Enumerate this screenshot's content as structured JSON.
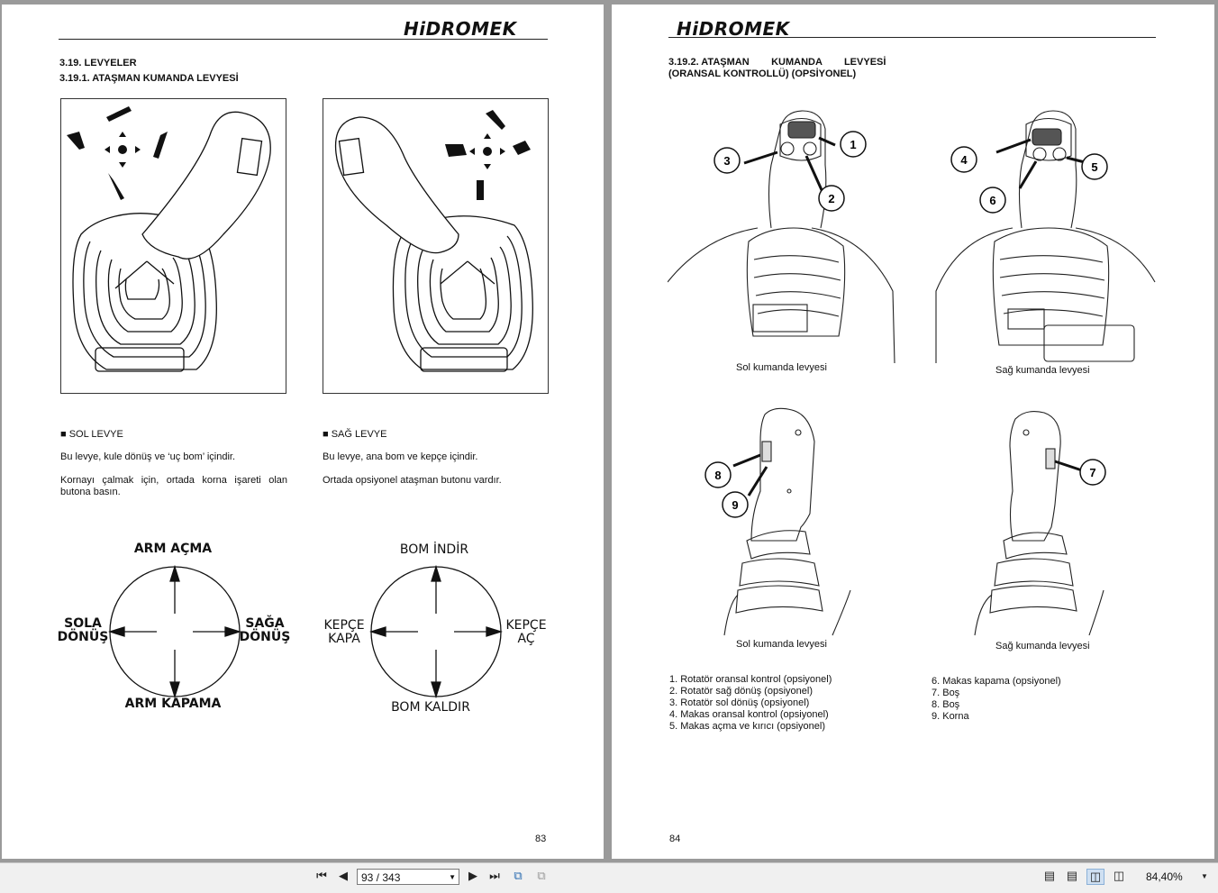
{
  "left_page": {
    "logo": "HiDROMEK",
    "section_title": "3.19. LEVYELER",
    "subsection_title": "3.19.1. ATAŞMAN KUMANDA LEVYESİ",
    "left_lever": {
      "heading": "SOL LEVYE",
      "text1": "Bu levye, kule dönüş ve ‘uç bom’ içindir.",
      "text2": "Kornayı çalmak için, ortada korna işareti olan butona basın."
    },
    "right_lever": {
      "heading": "SAĞ LEVYE",
      "text1": "Bu levye, ana bom ve kepçe içindir.",
      "text2": "Ortada opsiyonel ataşman butonu vardır."
    },
    "left_diagram": {
      "top": "ARM AÇMA",
      "left": "SOLA\nDÖNÜŞ",
      "right": "SAĞA\nDÖNÜŞ",
      "bottom": "ARM KAPAMA"
    },
    "right_diagram": {
      "top": "BOM İNDİR",
      "left": "KEPÇE\nKAPA",
      "right": "KEPÇE\nAÇ",
      "bottom": "BOM KALDIR"
    },
    "page_number": "83"
  },
  "right_page": {
    "logo": "HiDROMEK",
    "title_line1": "3.19.2. ATAŞMAN        KUMANDA        LEVYESİ",
    "title_line2": "(ORANSAL KONTROLLÜ) (OPSİYONEL)",
    "captions": {
      "top_left": "Sol kumanda levyesi",
      "top_right": "Sağ kumanda levyesi",
      "bottom_left": "Sol kumanda levyesi",
      "bottom_right": "Sağ kumanda levyesi"
    },
    "callouts": [
      "1",
      "2",
      "3",
      "4",
      "5",
      "6",
      "7",
      "8",
      "9"
    ],
    "list_left": [
      "1. Rotatör oransal kontrol (opsiyonel)",
      "2. Rotatör sağ dönüş (opsiyonel)",
      "3. Rotatör sol dönüş (opsiyonel)",
      "4. Makas oransal kontrol (opsiyonel)",
      "5. Makas açma ve kırıcı (opsiyonel)"
    ],
    "list_right": [
      "6. Makas kapama (opsiyonel)",
      "7. Boş",
      "8. Boş",
      "9. Korna"
    ],
    "page_number": "84"
  },
  "toolbar": {
    "page_indicator": "93 / 343",
    "zoom": "84,40%",
    "icons": [
      "first-page-icon",
      "prev-page-icon",
      "next-page-icon",
      "last-page-icon",
      "copy-icon",
      "paste-icon",
      "single-page-icon",
      "continuous-icon",
      "two-page-icon",
      "two-page-continuous-icon",
      "zoom-dropdown-icon"
    ]
  }
}
